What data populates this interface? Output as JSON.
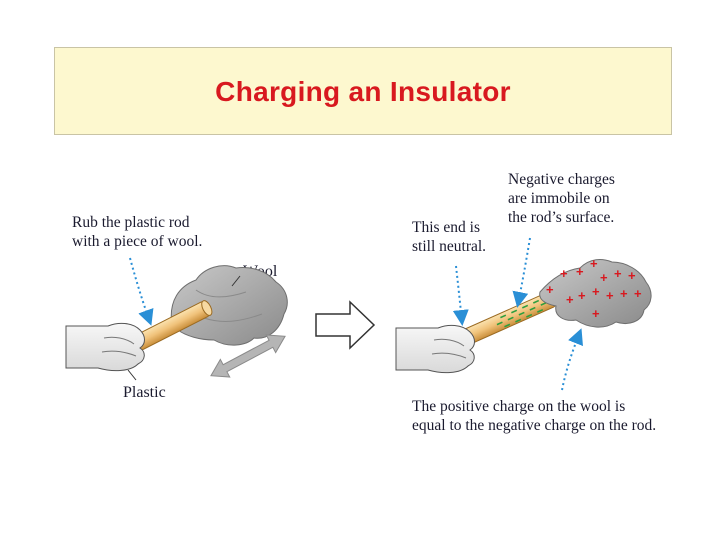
{
  "title": "Charging an Insulator",
  "left_panel": {
    "instruction": [
      "Rub the plastic rod",
      "with a piece of wool."
    ],
    "wool_label": "Wool",
    "plastic_label": "Plastic"
  },
  "right_panel": {
    "neutral_note": [
      "This end is",
      "still neutral."
    ],
    "negative_note": [
      "Negative charges",
      "are immobile on",
      "the rod’s surface."
    ],
    "positive_note": [
      "The positive charge on the wool is",
      "equal to the negative charge on the rod."
    ]
  },
  "colors": {
    "title": "#d8191f",
    "title_background": "#fdf8cf",
    "annotation_arrow": "#2a8fd6",
    "rod": "#f0c27a",
    "wool": "#a9a9a9",
    "negative_charge": "#2e9e3e",
    "positive_charge": "#d8191f"
  }
}
